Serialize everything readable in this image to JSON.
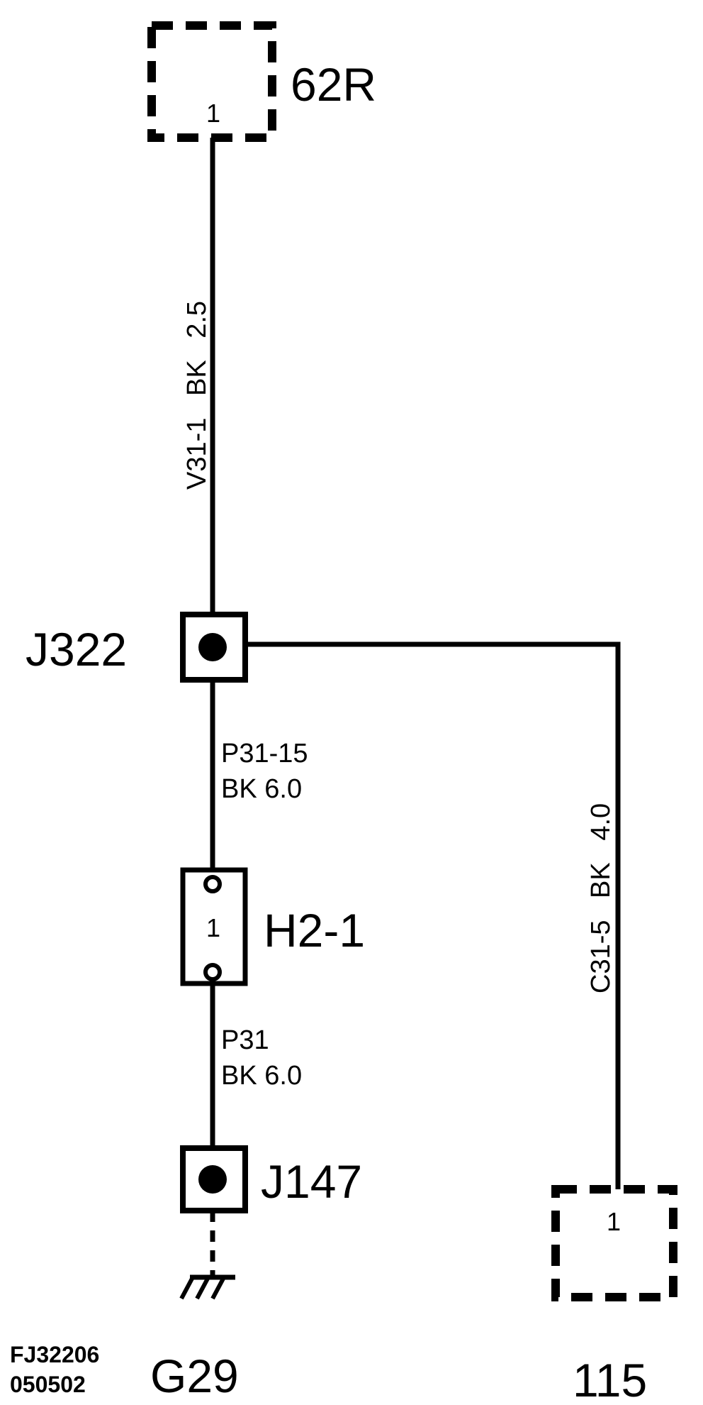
{
  "connectors": {
    "top": {
      "name": "62R",
      "pin": "1"
    },
    "bottom_right": {
      "name": "115",
      "pin": "1"
    }
  },
  "splices": {
    "upper": {
      "name": "J322"
    },
    "lower": {
      "name": "J147"
    }
  },
  "fuse": {
    "name": "H2-1",
    "pin": "1"
  },
  "wires": {
    "top": {
      "circuit": "V31-1",
      "color": "BK",
      "size": "2.5"
    },
    "middle": {
      "circuit": "P31-15",
      "spec": "BK  6.0"
    },
    "lower": {
      "circuit": "P31",
      "spec": "BK  6.0"
    },
    "right": {
      "circuit": "C31-5",
      "color": "BK",
      "size": "4.0"
    }
  },
  "ground": {
    "name": "G29"
  },
  "figure_code": {
    "line1": "FJ32206",
    "line2": "050502"
  }
}
